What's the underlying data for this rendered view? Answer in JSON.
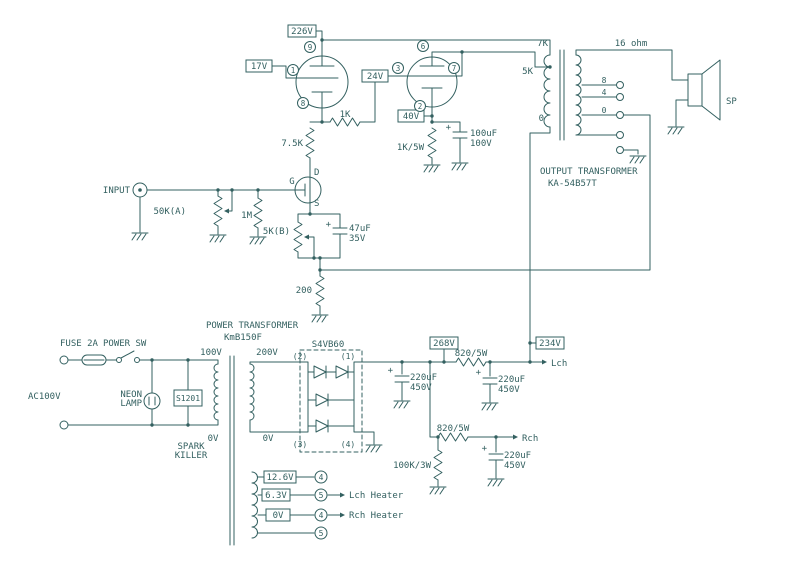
{
  "colors": {
    "ink": "#336060",
    "background": "#ffffff"
  },
  "sym": {
    "plus": "+"
  },
  "input": {
    "label": "INPUT",
    "volume": "50K(A)",
    "grid_resistor": "1M",
    "fet": {
      "g": "G",
      "d": "D",
      "s": "S"
    },
    "source_pot": "5K(B)",
    "source_cap": {
      "value": "47uF",
      "voltage": "35V"
    },
    "feedback_resistor": "200"
  },
  "amp": {
    "v_plate1": "226V",
    "v_grid1": "17V",
    "v_grid2": "24V",
    "v_cathode2": "40V",
    "pin_plate1": "9",
    "pin_grid1": "1",
    "pin_cathode1": "8",
    "pin_plate2": "6",
    "pin_grid2": "3",
    "pin_screen2": "7",
    "pin_cathode2": "2",
    "r_couple": "1K",
    "r_drain": "7.5K",
    "r_cathode": "1K/5W",
    "cathode_cap": {
      "value": "100uF",
      "voltage": "100V"
    }
  },
  "output": {
    "primary_impedance": "7K",
    "tap_impedance": "5K",
    "primary_zero": "0",
    "secondary_top": "16 ohm",
    "taps": [
      "8",
      "4",
      "0"
    ],
    "speaker": "SP",
    "title1": "OUTPUT TRANSFORMER",
    "title2": "KA-54B57T"
  },
  "power": {
    "fuse": "FUSE 2A",
    "switch": "POWER SW",
    "ac": "AC100V",
    "neon_line1": "NEON",
    "neon_line2": "LAMP",
    "surge": "S1201",
    "spark_line1": "SPARK",
    "spark_line2": "KILLER",
    "title1": "POWER TRANSFORMER",
    "title2": "KmB150F",
    "primary_top": "100V",
    "primary_bottom": "0V",
    "secondary_top": "200V",
    "secondary_bottom": "0V"
  },
  "rectifier": {
    "name": "S4VB60",
    "pin1": "(1)",
    "pin2": "(2)",
    "pin3": "(3)",
    "pin4": "(4)"
  },
  "supply": {
    "v_raw": "268V",
    "v_lch": "234V",
    "lch": "Lch",
    "rch": "Rch",
    "r_filter_lch": "820/5W",
    "r_filter_rch": "820/5W",
    "r_bleeder": "100K/3W",
    "cap1": {
      "value": "220uF",
      "voltage": "450V"
    },
    "cap2": {
      "value": "220uF",
      "voltage": "450V"
    },
    "cap3": {
      "value": "220uF",
      "voltage": "450V"
    }
  },
  "heater": {
    "v1": "12.6V",
    "v2": "6.3V",
    "v3": "0V",
    "pins": [
      "4",
      "5",
      "4",
      "5"
    ],
    "lch": "Lch Heater",
    "rch": "Rch Heater"
  }
}
